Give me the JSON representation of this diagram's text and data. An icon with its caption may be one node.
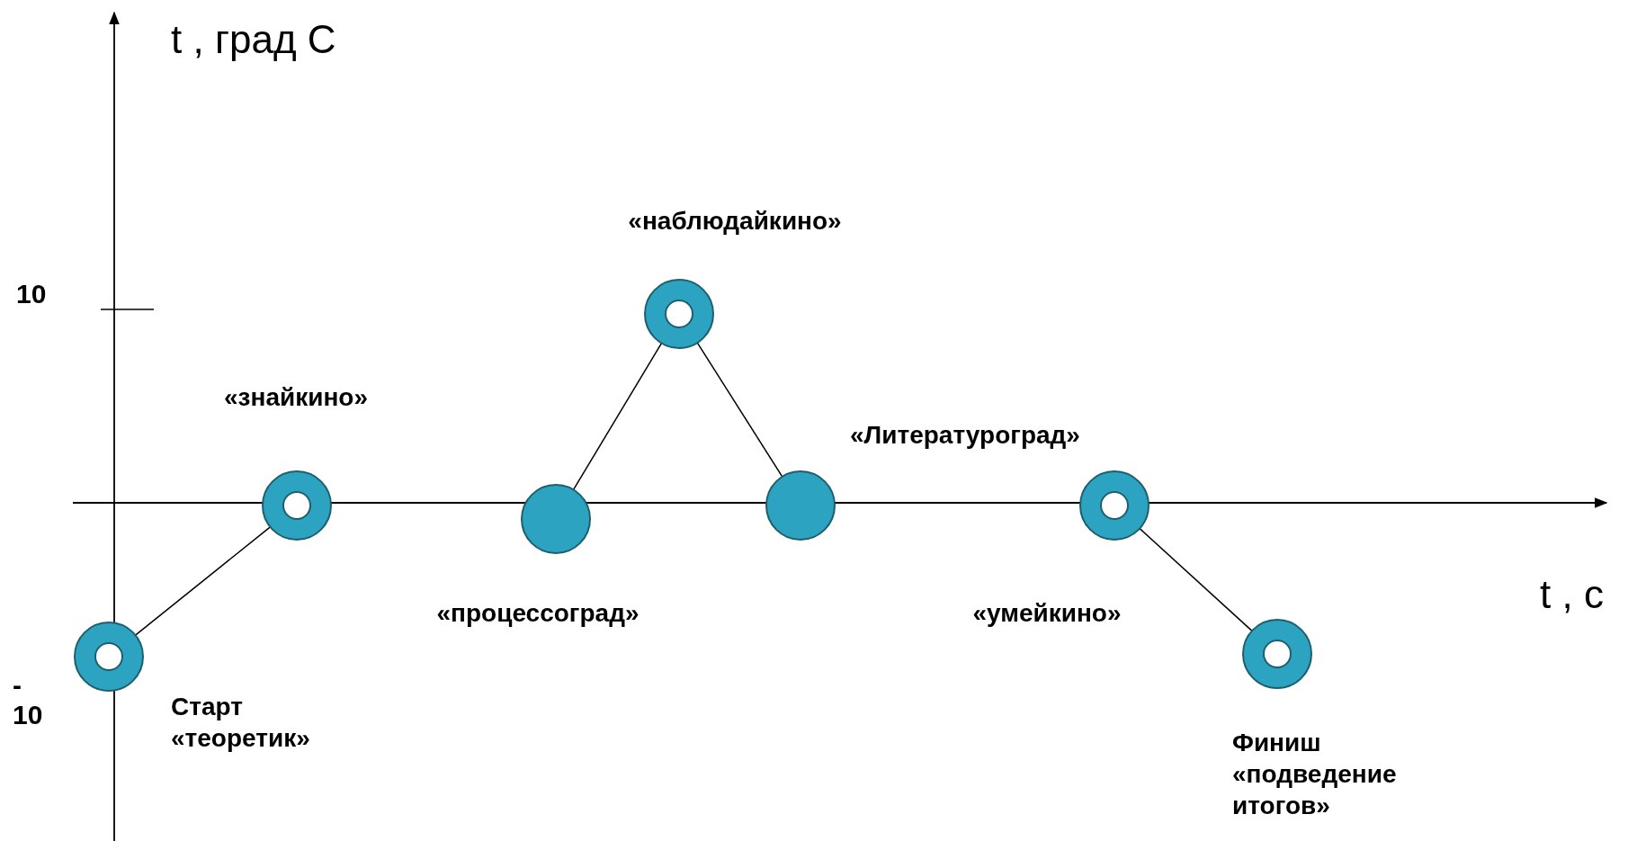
{
  "diagram": {
    "nodes": [
      {
        "text": [],
        "shape": "ring",
        "beside": [
          "Старт «теоретик»"
        ]
      },
      {
        "text": [],
        "shape": "ring",
        "beside": [
          "«знайкино»"
        ]
      },
      {
        "text": [],
        "shape": "circle",
        "beside": [
          "«процессоград»"
        ]
      },
      {
        "text": [],
        "shape": "ring",
        "beside": [
          "«наблюдайкино»"
        ]
      },
      {
        "text": [],
        "shape": "circle",
        "beside": [
          "«Литературоград»"
        ]
      },
      {
        "text": [],
        "shape": "ring",
        "beside": [
          "«умейкино»"
        ]
      },
      {
        "text": [],
        "shape": "ring",
        "beside": [
          "Финиш «подведение итогов»"
        ]
      }
    ],
    "edges": [
      {
        "from": 0,
        "to": 1,
        "arrow": "none"
      },
      {
        "from": 2,
        "to": 3,
        "arrow": "none"
      },
      {
        "from": 3,
        "to": 4,
        "arrow": "none"
      },
      {
        "from": 5,
        "to": 6,
        "arrow": "none"
      }
    ],
    "labels": [
      "t , град С",
      "10",
      "t , с",
      "- 10"
    ]
  }
}
